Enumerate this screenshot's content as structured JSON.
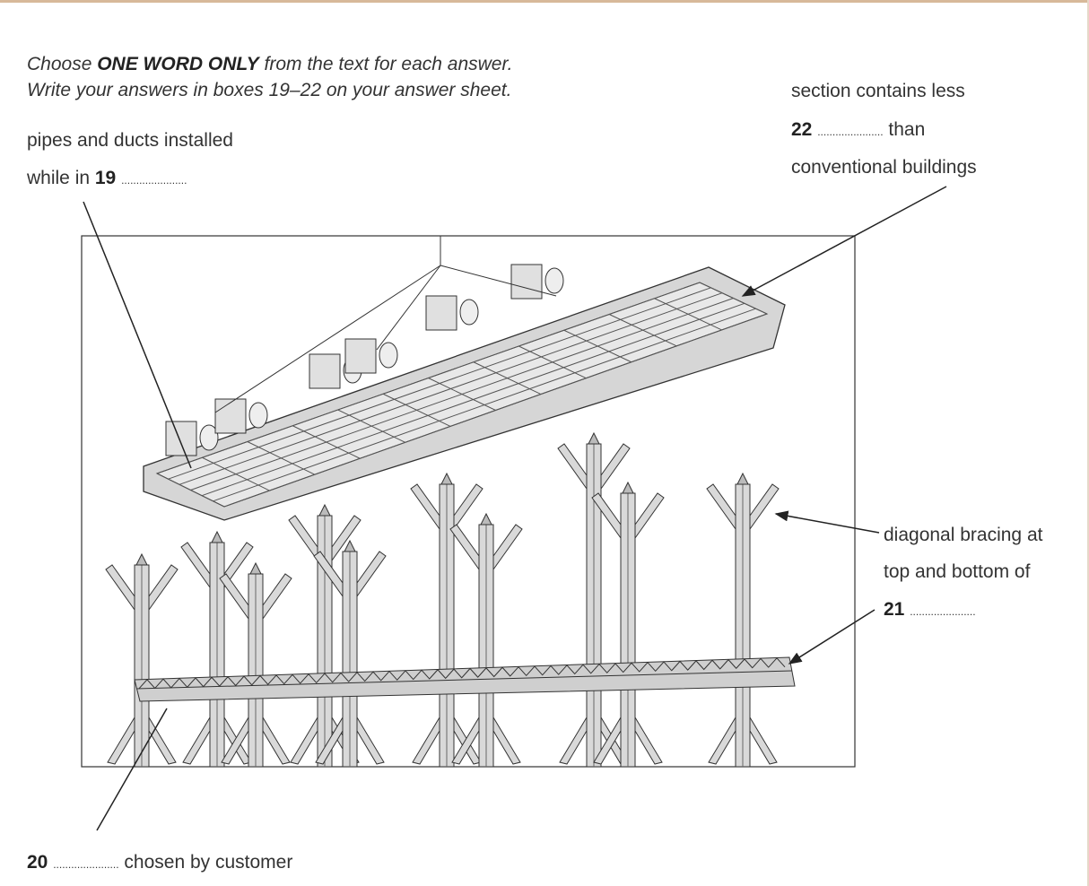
{
  "instructions": {
    "line1_pre": "Choose ",
    "line1_bold": "ONE WORD ONLY",
    "line1_post": " from the text for each answer.",
    "line2": "Write your answers in boxes 19–22 on your answer sheet."
  },
  "labels": {
    "q19_line1": "pipes and ducts installed",
    "q19_line2_pre": "while in ",
    "q19_number": "19",
    "q22_line1": "section contains less",
    "q22_number": "22",
    "q22_line2_post": "than",
    "q22_line3": "conventional buildings",
    "q21_line1": "diagonal bracing at",
    "q21_line2": "top and bottom of",
    "q21_number": "21",
    "q20_number": "20",
    "q20_post": "chosen by customer",
    "blank": "......................"
  }
}
